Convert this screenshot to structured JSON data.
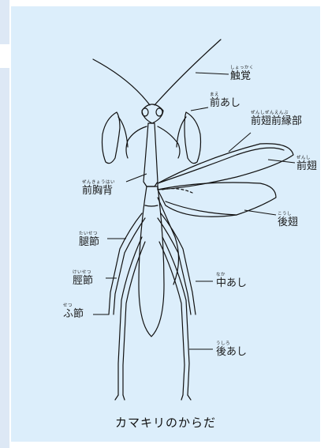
{
  "caption": "カマキリのからだ",
  "labels": {
    "shokkaku": {
      "ruby": "しょっかく",
      "text": "触覚"
    },
    "mae_ashi": {
      "ruby": "まえ",
      "text": "前あし"
    },
    "zenshi_zenenbu": {
      "ruby": "ぜんしぜんえんぶ",
      "text": "前翅前縁部"
    },
    "zenshi": {
      "ruby": "ぜんし",
      "text": "前翅"
    },
    "zenkyouhai": {
      "ruby": "ぜんきょうはい",
      "text": "前胸背"
    },
    "koushi": {
      "ruby": "こうし",
      "text": "後翅"
    },
    "taisetsu": {
      "ruby": "たいせつ",
      "text": "腿節"
    },
    "keisetsu": {
      "ruby": "けいせつ",
      "text": "脛節"
    },
    "fusetsu": {
      "ruby": "せつ",
      "text": "ふ節"
    },
    "naka_ashi": {
      "ruby": "なか",
      "text": "中あし"
    },
    "ushiro_ashi": {
      "ruby": "うしろ",
      "text": "後あし"
    }
  },
  "colors": {
    "panel": "#dceefb",
    "strip": "#dde8f5",
    "line": "#111111"
  }
}
